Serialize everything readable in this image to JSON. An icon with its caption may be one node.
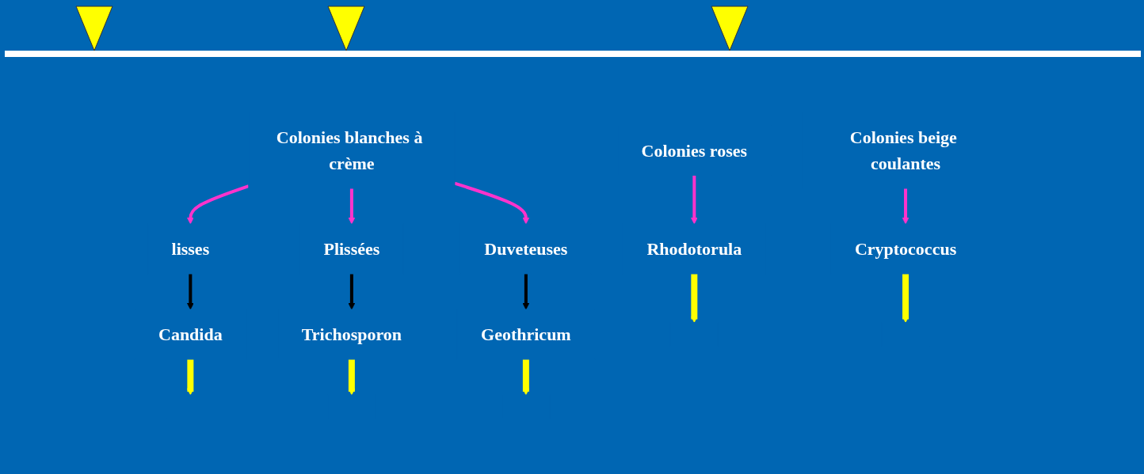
{
  "diagram": {
    "nodes": [
      {
        "text": [
          "Colonies roses"
        ]
      },
      {
        "text": [
          "Colonies beige coulantes"
        ]
      },
      {
        "text": [
          "Colonies blanches à crème"
        ]
      },
      {
        "text": [
          "Rhodotorula"
        ]
      },
      {
        "text": [
          "Cryptococcus"
        ]
      },
      {
        "text": [
          "lisses"
        ]
      },
      {
        "text": [
          "Plissées"
        ]
      },
      {
        "text": [
          "Duveteuses"
        ]
      },
      {
        "text": [
          "Candida"
        ]
      },
      {
        "text": [
          "Trichosporon"
        ]
      },
      {
        "text": [
          "Geothricum"
        ]
      }
    ],
    "edges": [
      {
        "from": 0,
        "to": 3,
        "arrow": "to"
      },
      {
        "from": 1,
        "to": 4,
        "arrow": "to"
      },
      {
        "from": 2,
        "to": 5,
        "arrow": "to"
      },
      {
        "from": 2,
        "to": 6,
        "arrow": "to"
      },
      {
        "from": 2,
        "to": 7,
        "arrow": "to"
      },
      {
        "from": 5,
        "to": 8,
        "arrow": "to",
        "color": "#000000"
      },
      {
        "from": 6,
        "to": 9,
        "arrow": "to",
        "color": "#000000"
      },
      {
        "from": 7,
        "to": 10,
        "arrow": "to",
        "color": "#000000"
      },
      {
        "from": 3,
        "to": null,
        "arrow": "to",
        "style": "thick",
        "color": "#ffff00"
      },
      {
        "from": 4,
        "to": null,
        "arrow": "to",
        "style": "thick",
        "color": "#ffff00"
      },
      {
        "from": 8,
        "to": null,
        "arrow": "to",
        "style": "thick",
        "color": "#ffff00"
      },
      {
        "from": 9,
        "to": null,
        "arrow": "to",
        "style": "thick",
        "color": "#ffff00"
      },
      {
        "from": 10,
        "to": null,
        "arrow": "to",
        "style": "thick",
        "color": "#ffff00"
      }
    ]
  }
}
